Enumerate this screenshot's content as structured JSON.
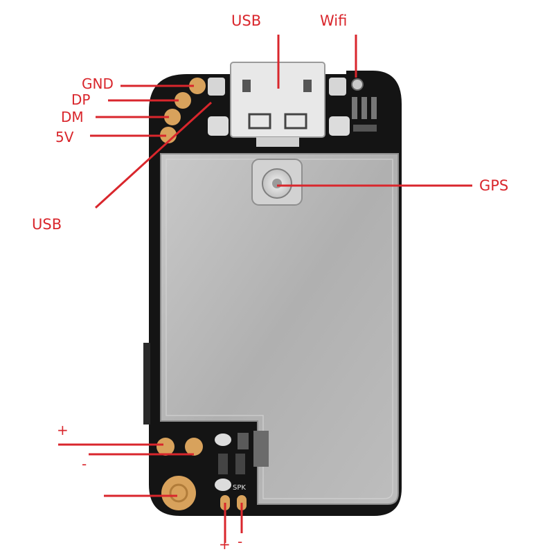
{
  "colors": {
    "annotation": "#d9262c",
    "board": "#141414",
    "shield": "#b3b3b3",
    "pad": "#d8a25c"
  },
  "labels": {
    "usb_top": "USB",
    "wifi": "Wifi",
    "gnd": "GND",
    "dp": "DP",
    "dm": "DM",
    "v5": "5V",
    "usb_left": "USB",
    "gps": "GPS",
    "battery_plus": "+",
    "battery_minus": "-",
    "speaker_plus": "+",
    "speaker_minus": "-",
    "silk_spk": "SPK"
  }
}
